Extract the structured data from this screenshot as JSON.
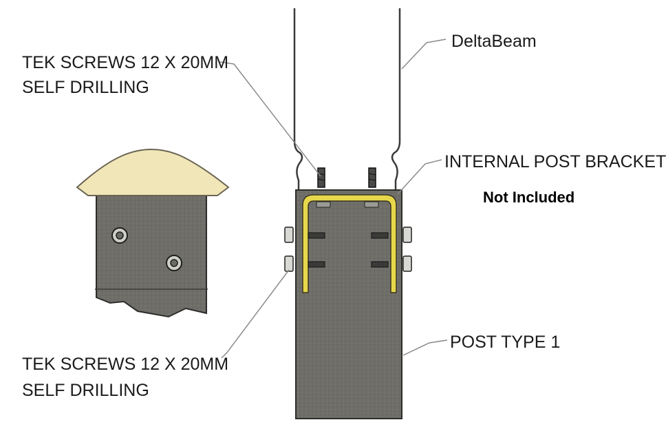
{
  "labels": {
    "deltabeam": "DeltaBeam",
    "tek_top_line1": "TEK SCREWS 12 X 20MM",
    "tek_top_line2": "SELF DRILLING",
    "internal_bracket": "INTERNAL POST BRACKET",
    "not_included": "Not Included",
    "post_type": "POST TYPE 1",
    "tek_bottom_line1": "TEK SCREWS 12 X 20MM",
    "tek_bottom_line2": "SELF DRILLING"
  },
  "colors": {
    "post_grey": "#6e6d68",
    "bracket_yellow": "#e6d84a",
    "cap_cream": "#f0e6b8",
    "leader": "#8a8a8a"
  }
}
